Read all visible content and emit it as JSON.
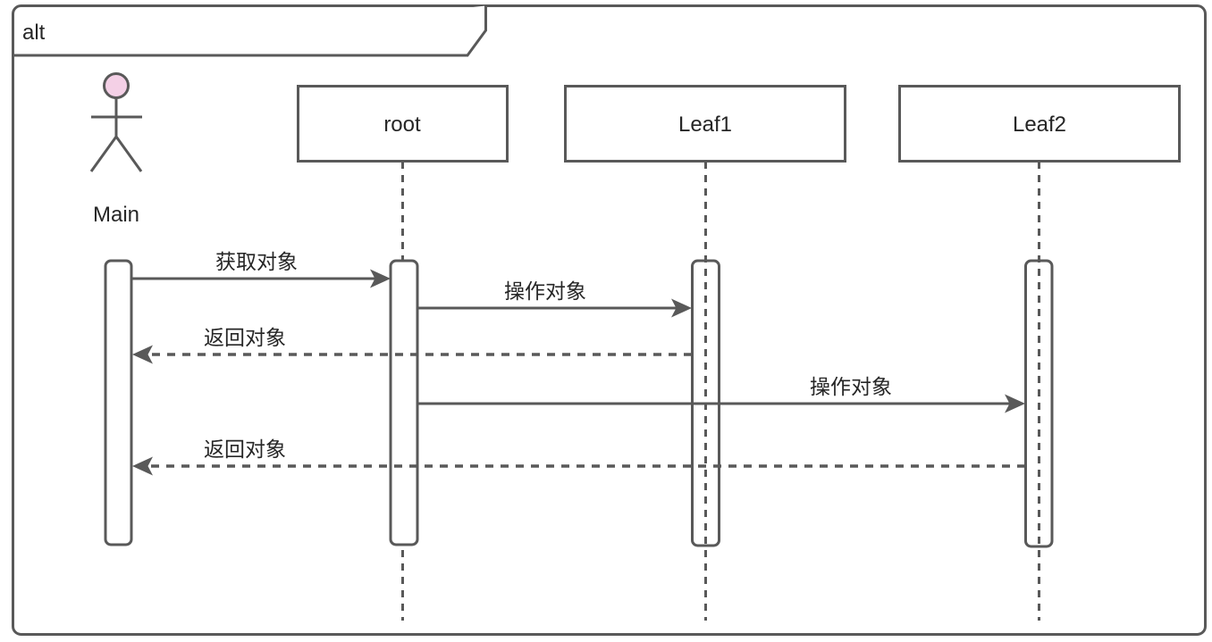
{
  "frame": {
    "operator_label": "alt"
  },
  "actor": {
    "name": "Main"
  },
  "participants": [
    {
      "name": "root"
    },
    {
      "name": "Leaf1"
    },
    {
      "name": "Leaf2"
    }
  ],
  "messages": [
    {
      "label": "获取对象",
      "from": "Main",
      "to": "root",
      "line": "solid"
    },
    {
      "label": "操作对象",
      "from": "root",
      "to": "Leaf1",
      "line": "solid"
    },
    {
      "label": "返回对象",
      "from": "Leaf1",
      "to": "Main",
      "line": "dashed"
    },
    {
      "label": "操作对象",
      "from": "root",
      "to": "Leaf2",
      "line": "solid"
    },
    {
      "label": "返回对象",
      "from": "Leaf2",
      "to": "Main",
      "line": "dashed"
    }
  ],
  "colors": {
    "stroke": "#595959",
    "text": "#262626",
    "actor_head_fill": "#f4d0e6",
    "background": "#ffffff"
  }
}
